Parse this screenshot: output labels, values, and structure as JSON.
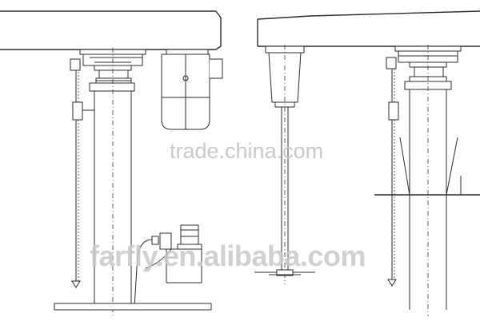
{
  "watermarks": {
    "primary": "trade.china.com",
    "secondary": "farfly.en.alibaba.com"
  },
  "colors": {
    "line": "#2b2b2b",
    "background": "#ffffff",
    "watermark": "#c9c9c9"
  },
  "views": [
    "left-elevation-with-hydraulic-lift",
    "middle-shaft-and-impeller",
    "right-elevation-with-platform"
  ]
}
